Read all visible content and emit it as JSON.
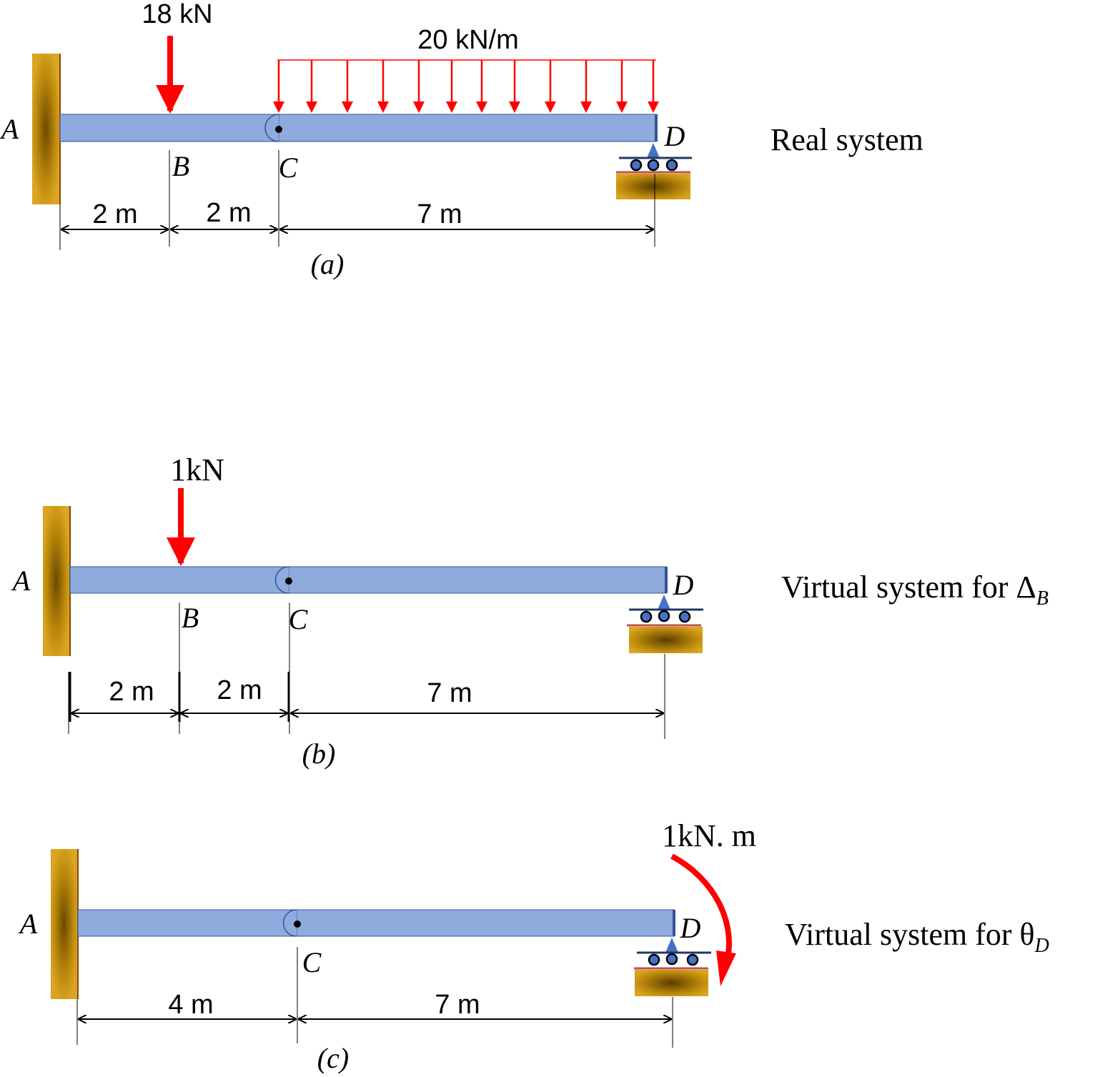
{
  "colors": {
    "beam": "#8faadc",
    "beam_edge": "#2f5597",
    "load": "#ff0000",
    "support_gold": "#d4a017",
    "support_dark": "#7a5a00",
    "roller": "#4472c4",
    "ground_line": "#c0504d",
    "dim": "#000000"
  },
  "panel_a": {
    "caption": "(a)",
    "system_label": "Real system",
    "labels": {
      "A": "A",
      "B": "B",
      "C": "C",
      "D": "D"
    },
    "point_load": "18 kN",
    "distributed_load": "20 kN/m",
    "dims": [
      "2 m",
      "2 m",
      "7 m"
    ]
  },
  "panel_b": {
    "caption": "(b)",
    "system_label": "Virtual system for Δ",
    "system_label_sub": "B",
    "labels": {
      "A": "A",
      "B": "B",
      "C": "C",
      "D": "D"
    },
    "point_load": "1kN",
    "dims": [
      "2 m",
      "2 m",
      "7 m"
    ]
  },
  "panel_c": {
    "caption": "(c)",
    "system_label": "Virtual system for θ",
    "system_label_sub": "D",
    "labels": {
      "A": "A",
      "C": "C",
      "D": "D"
    },
    "moment_load": "1kN. m",
    "dims": [
      "4 m",
      "7 m"
    ]
  }
}
